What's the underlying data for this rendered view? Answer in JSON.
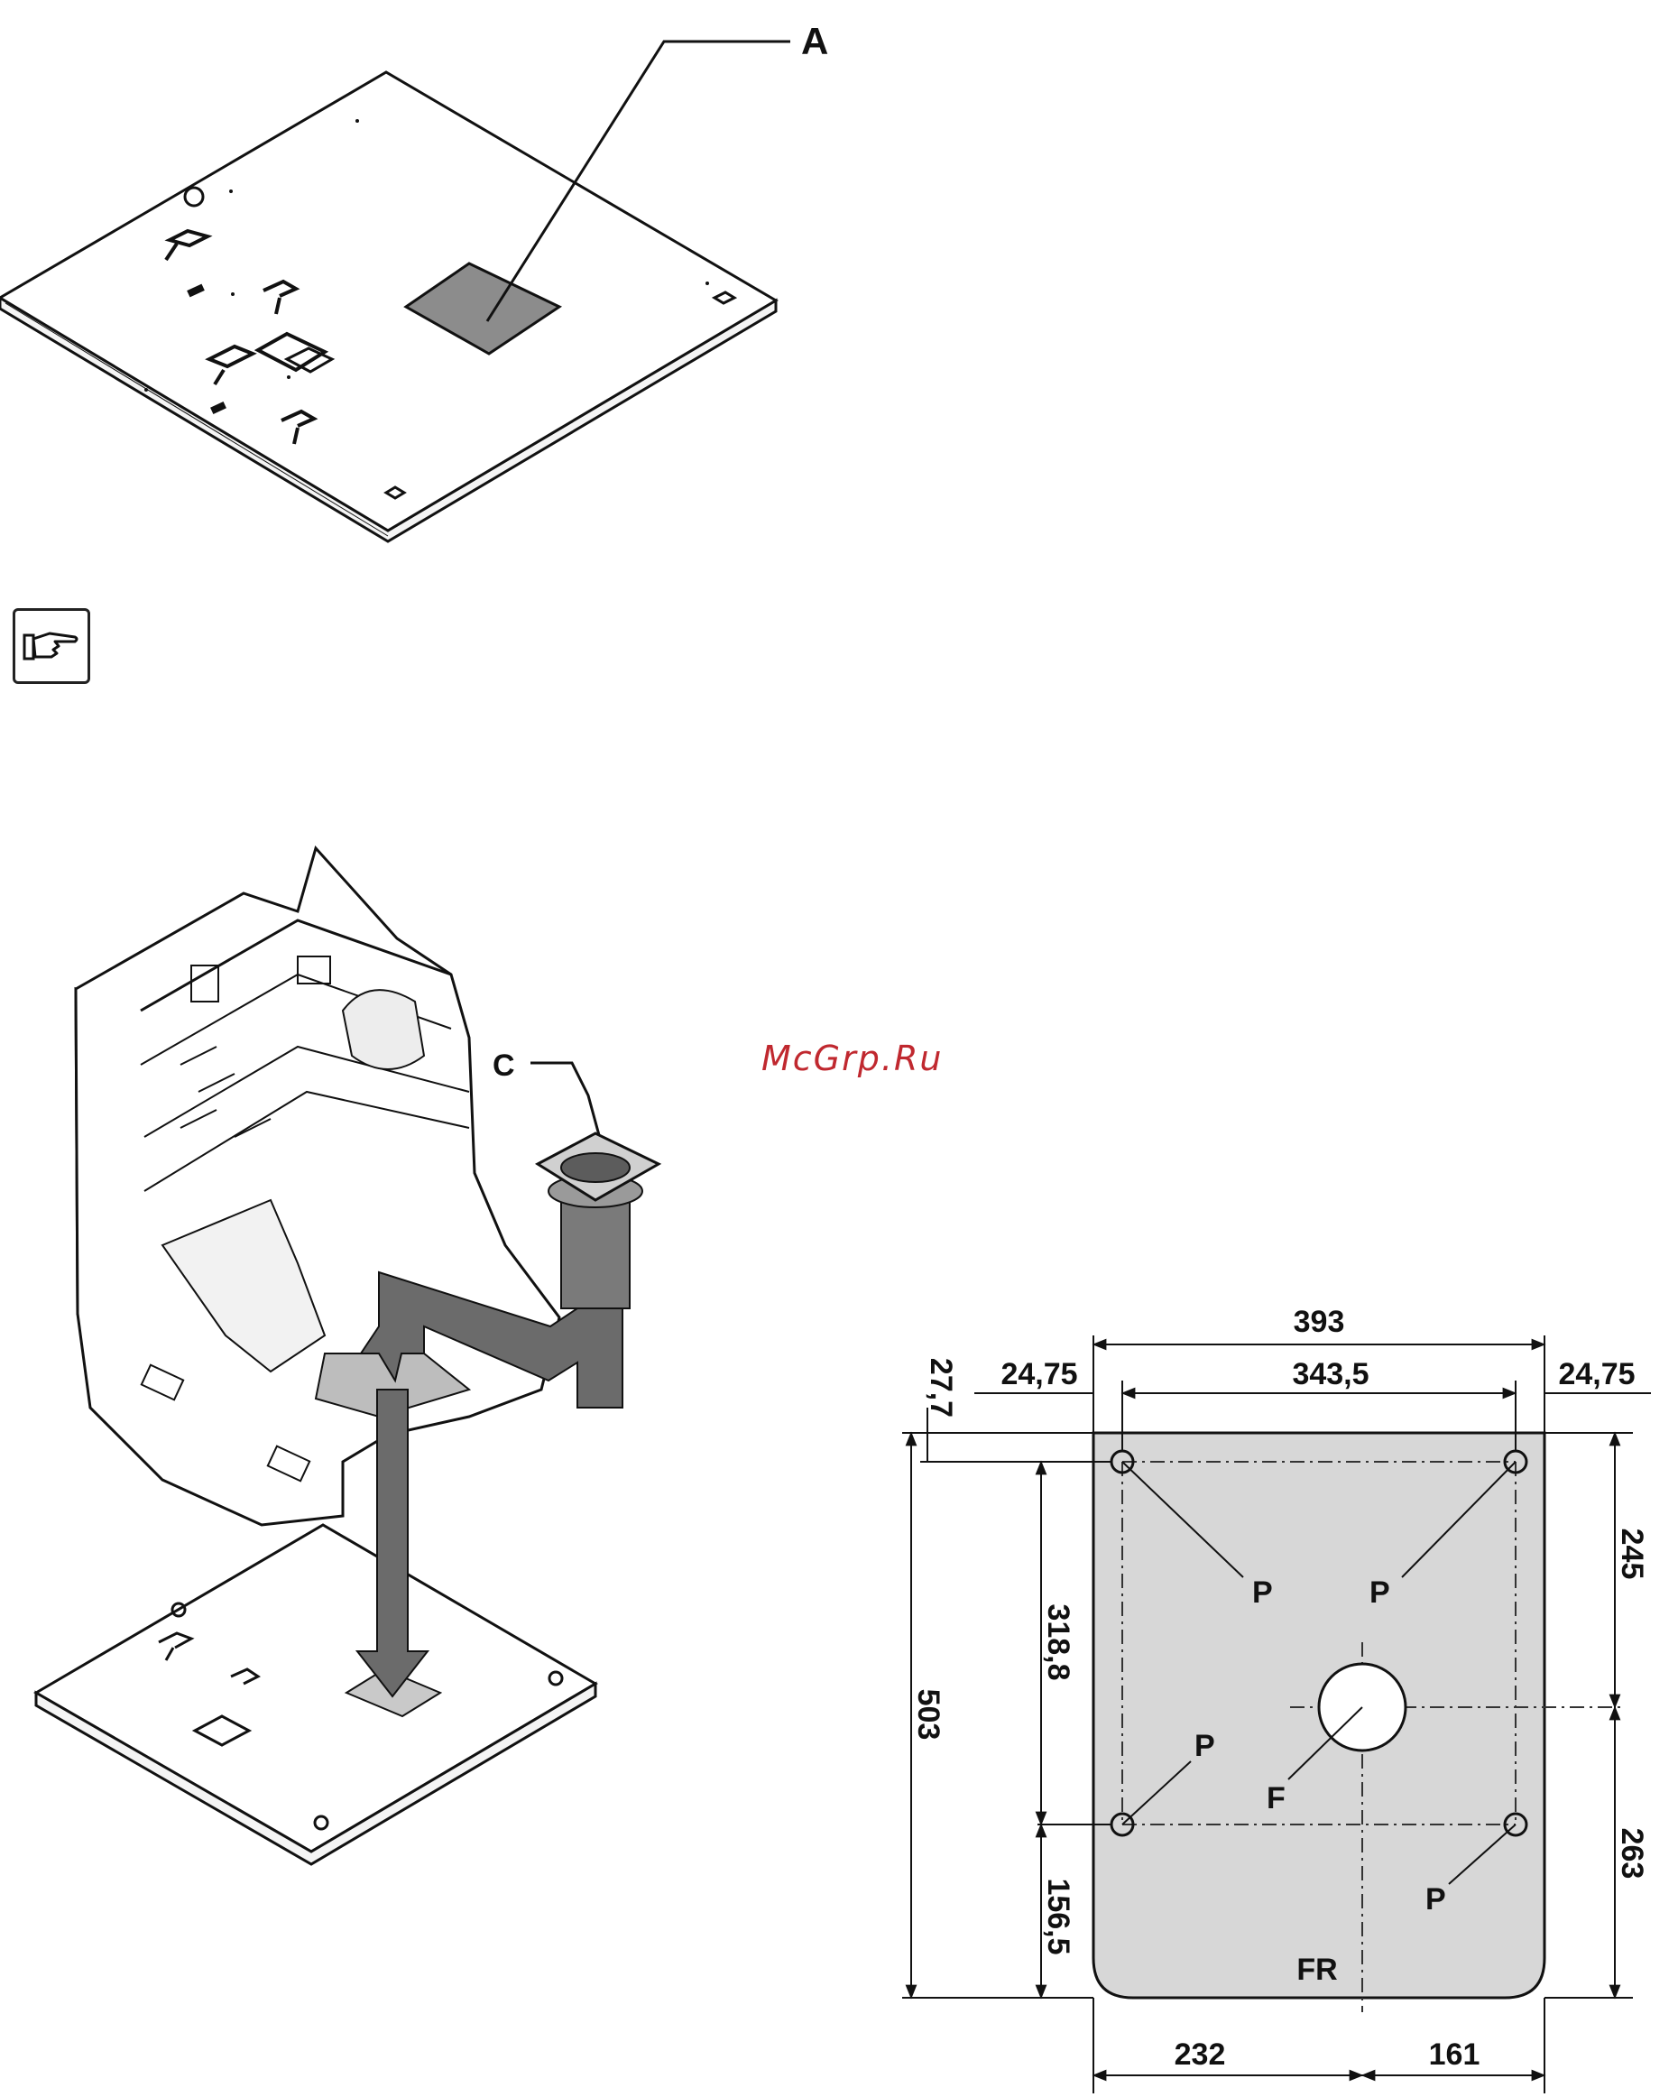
{
  "figure_top": {
    "label_a": "A"
  },
  "note_icon": {
    "icon": "pointing-hand-note-icon"
  },
  "figure_bottom": {
    "label_c": "C"
  },
  "watermark": {
    "text": "McGrp.Ru",
    "color": "#c0282f"
  },
  "drawing": {
    "dimensions": {
      "overall_width": "393",
      "inner_width": "343,5",
      "margin_left": "24,75",
      "margin_right": "24,75",
      "top_offset": "27,7",
      "overall_height": "503",
      "upper_span": "318,8",
      "lower_span": "156,5",
      "right_upper": "245",
      "right_lower": "263",
      "bottom_left": "232",
      "bottom_right": "161"
    },
    "labels": {
      "p": "P",
      "f": "F",
      "fr": "FR"
    },
    "plate_color": "#d7d7d7"
  }
}
